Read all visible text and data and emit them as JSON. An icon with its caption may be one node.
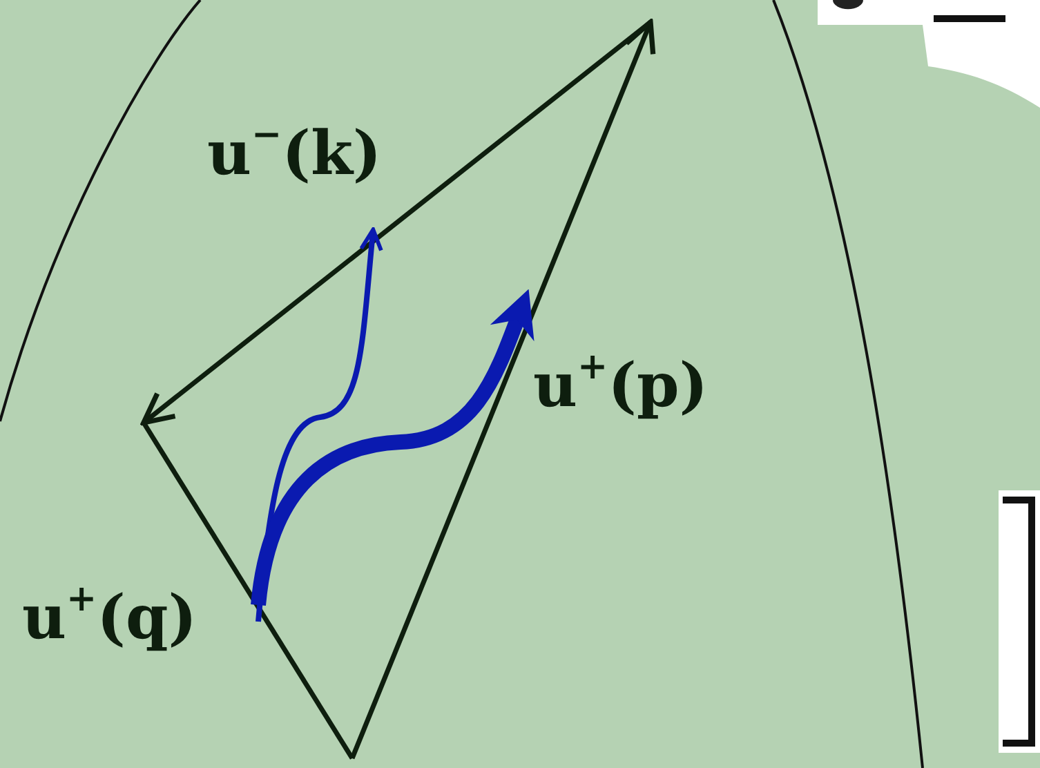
{
  "diagram": {
    "labels": [
      "u$^{−}$(k)",
      "u$^{+}$(p)",
      "u$^{+}$(q)"
    ]
  }
}
